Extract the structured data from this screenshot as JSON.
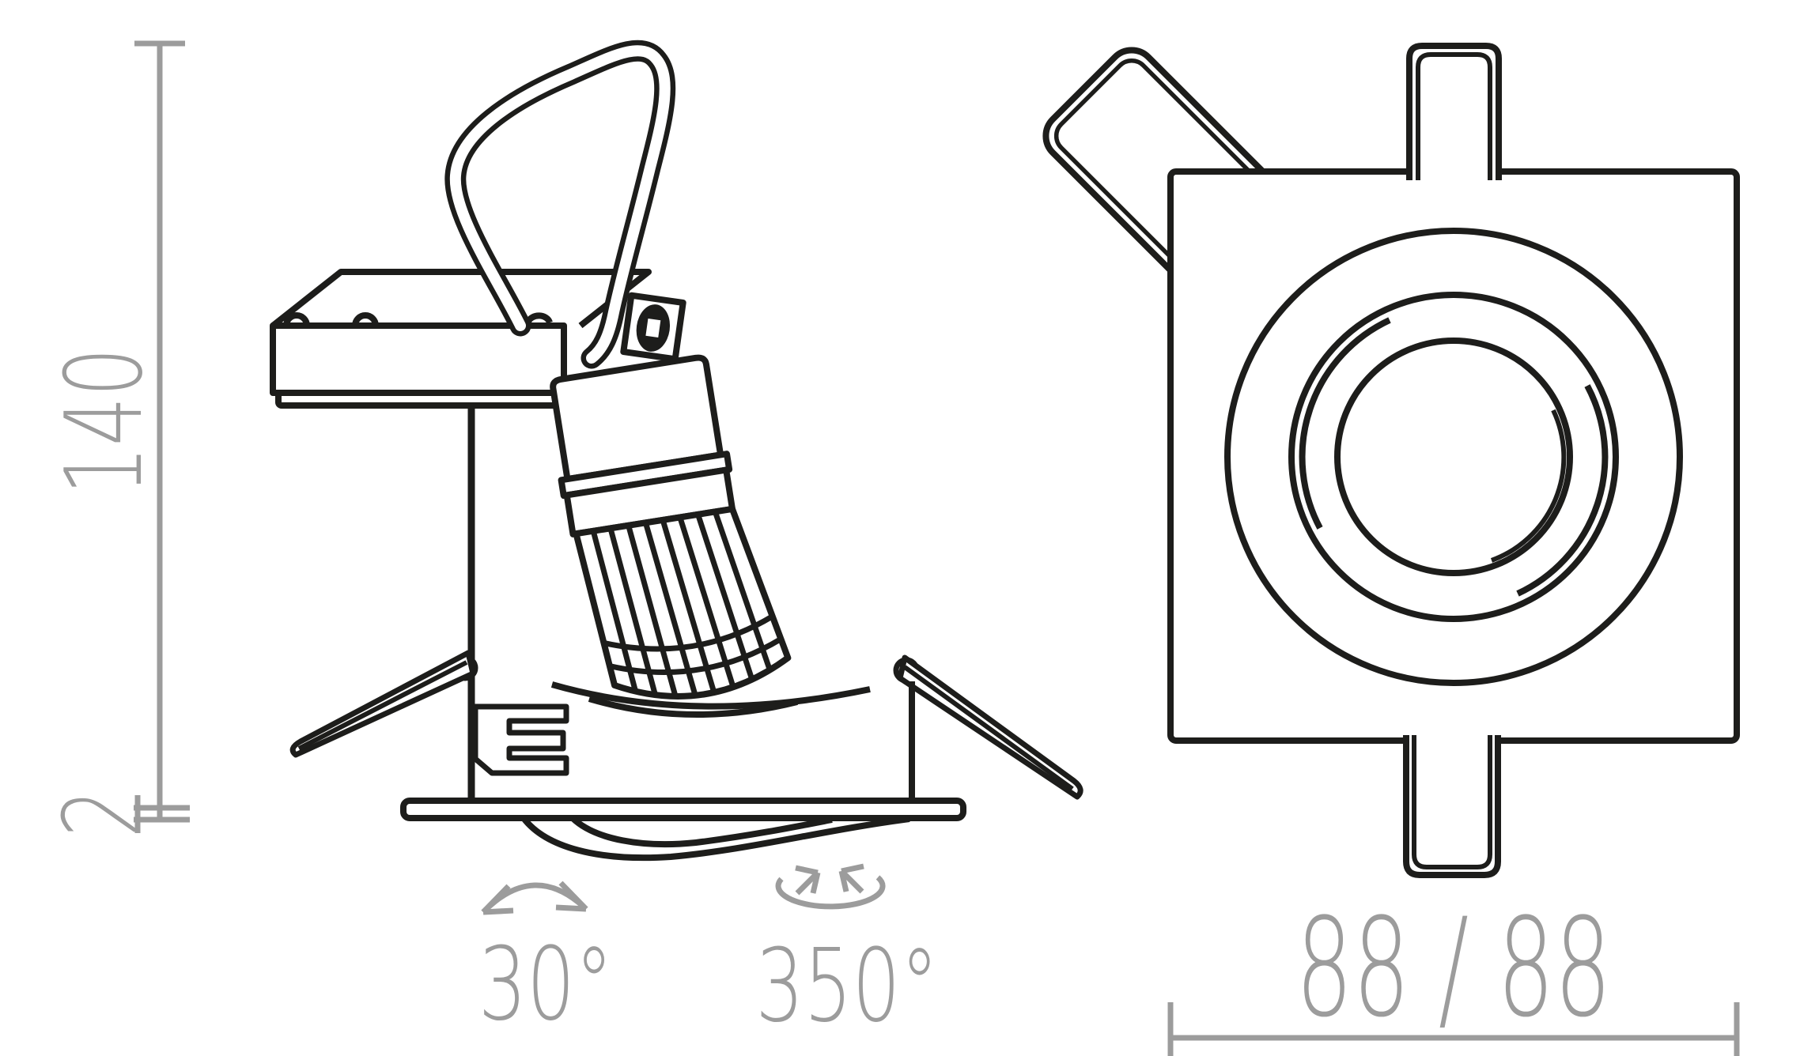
{
  "document": {
    "type": "technical-dimension-drawing",
    "subject": "square tiltable recessed spotlight, side view and face view"
  },
  "colors": {
    "outline": "#1d1d1b",
    "dimension": "#9c9c9c",
    "background": "#ffffff"
  },
  "side_view": {
    "height_label": "140",
    "rim_thickness_label": "2",
    "tilt_angle_label": "30°",
    "swivel_angle_label": "350°"
  },
  "front_view": {
    "size_label": "88 / 88"
  }
}
